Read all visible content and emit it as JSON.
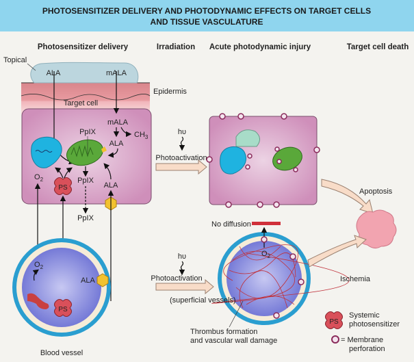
{
  "title": {
    "line1": "PHOTOSENSITIZER DELIVERY AND PHOTODYNAMIC EFFECTS ON TARGET CELLS",
    "line2": "AND TISSUE VASCULATURE"
  },
  "columns": [
    "Photosensitizer delivery",
    "Irradiation",
    "Acute photodynamic injury",
    "Target cell death"
  ],
  "labels": {
    "topical": "Topical",
    "ala": "ALA",
    "mala": "mALA",
    "epidermis": "Epidermis",
    "target_cell": "Target cell",
    "ch3": "CH",
    "ch3_sub": "3",
    "ppix": "PpIX",
    "o2": "O",
    "o2_sub": "2",
    "ps": "PS",
    "hv": "hυ",
    "photoactivation": "Photoactivation",
    "superficial_vessels": "(superficial vessels)",
    "apoptosis": "Apoptosis",
    "no_diffusion": "No diffusion",
    "ischemia": "Ischemia",
    "thrombus_line1": "Thrombus formation",
    "thrombus_line2": "and vascular wall damage",
    "blood_vessel": "Blood vessel"
  },
  "legend": {
    "ps_line1": "Systemic",
    "ps_line2": "photosensitizer",
    "perf_line1": "= Membrane",
    "perf_line2": "perforation"
  },
  "colors": {
    "title_bar": "#8fd5ee",
    "cell": "#d8a2c6",
    "mitochondrion": "#5aa83a",
    "nucleus": "#1fb3e0",
    "ps": "#d9505a",
    "vessel": "#8a8fe0",
    "thrombus": "#c0303a"
  }
}
